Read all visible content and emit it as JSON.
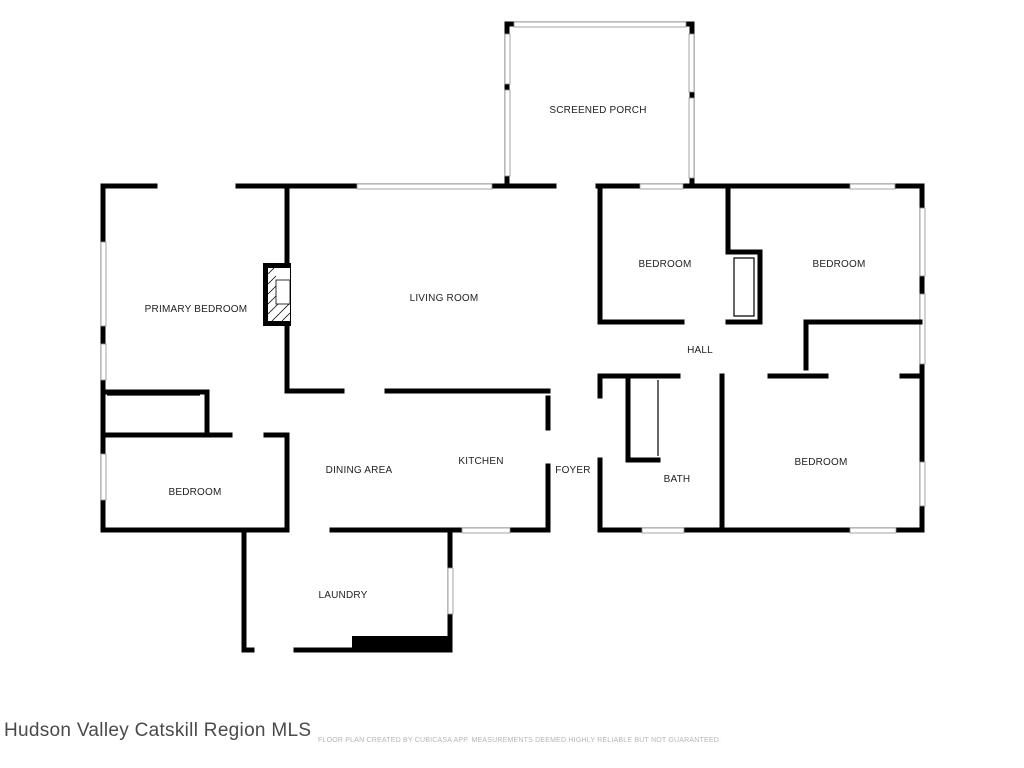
{
  "rooms": {
    "screened_porch": "SCREENED PORCH",
    "primary_bedroom": "PRIMARY BEDROOM",
    "living_room": "LIVING ROOM",
    "bedroom_north": "BEDROOM",
    "bedroom_northeast": "BEDROOM",
    "hall": "HALL",
    "bedroom_west": "BEDROOM",
    "dining_area": "DINING AREA",
    "kitchen": "KITCHEN",
    "foyer": "FOYER",
    "bath": "BATH",
    "bedroom_southeast": "BEDROOM",
    "laundry": "LAUNDRY"
  },
  "footer": {
    "watermark": "Hudson Valley Catskill Region MLS",
    "disclaimer": "FLOOR PLAN CREATED BY CUBICASA APP. MEASUREMENTS DEEMED HIGHLY RELIABLE BUT NOT GUARANTEED."
  }
}
